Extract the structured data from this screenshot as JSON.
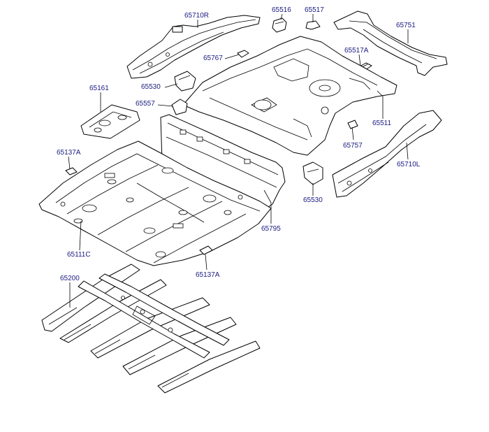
{
  "callouts": {
    "p65710R": "65710R",
    "p65516": "65516",
    "p65517": "65517",
    "p65751": "65751",
    "p65767": "65767",
    "p65517A": "65517A",
    "p65161": "65161",
    "p65530_top": "65530",
    "p65557": "65557",
    "p65511": "65511",
    "p65757": "65757",
    "p65137A_left": "65137A",
    "p65710L": "65710L",
    "p65530_right": "65530",
    "p65795": "65795",
    "p65111C": "65111C",
    "p65137A_bottom": "65137A",
    "p65200": "65200"
  },
  "colors": {
    "label": "#1a1a80",
    "line": "#000000",
    "background": "#ffffff"
  }
}
